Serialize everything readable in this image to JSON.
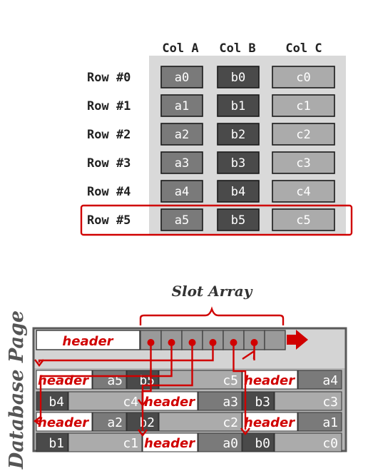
{
  "table": {
    "columns": [
      "Col A",
      "Col B",
      "Col C"
    ],
    "rows": [
      {
        "label": "Row #0",
        "cells": [
          "a0",
          "b0",
          "c0"
        ]
      },
      {
        "label": "Row #1",
        "cells": [
          "a1",
          "b1",
          "c1"
        ]
      },
      {
        "label": "Row #2",
        "cells": [
          "a2",
          "b2",
          "c2"
        ]
      },
      {
        "label": "Row #3",
        "cells": [
          "a3",
          "b3",
          "c3"
        ]
      },
      {
        "label": "Row #4",
        "cells": [
          "a4",
          "b4",
          "c4"
        ]
      },
      {
        "label": "Row #5",
        "cells": [
          "a5",
          "b5",
          "c5"
        ]
      }
    ],
    "highlighted_row": 5
  },
  "page": {
    "side_label": "Database Page",
    "slot_array_label": "Slot Array",
    "header_label": "header",
    "slot_count": 7,
    "lines": [
      [
        {
          "t": "header",
          "c": "hdr"
        },
        {
          "t": "a5",
          "c": "a"
        },
        {
          "t": "b5",
          "c": "b"
        },
        {
          "t": "c5",
          "c": "c"
        },
        {
          "t": "header",
          "c": "hdr"
        },
        {
          "t": "a4",
          "c": "a"
        }
      ],
      [
        {
          "t": "b4",
          "c": "b"
        },
        {
          "t": "c4",
          "c": "c"
        },
        {
          "t": "header",
          "c": "hdr"
        },
        {
          "t": "a3",
          "c": "a"
        },
        {
          "t": "b3",
          "c": "b"
        },
        {
          "t": "c3",
          "c": "c"
        }
      ],
      [
        {
          "t": "header",
          "c": "hdr"
        },
        {
          "t": "a2",
          "c": "a"
        },
        {
          "t": "b2",
          "c": "b"
        },
        {
          "t": "c2",
          "c": "c"
        },
        {
          "t": "header",
          "c": "hdr"
        },
        {
          "t": "a1",
          "c": "a"
        }
      ],
      [
        {
          "t": "b1",
          "c": "b"
        },
        {
          "t": "c1",
          "c": "c"
        },
        {
          "t": "header",
          "c": "hdr"
        },
        {
          "t": "a0",
          "c": "a"
        },
        {
          "t": "b0",
          "c": "b"
        },
        {
          "t": "c0",
          "c": "c"
        }
      ]
    ]
  },
  "colors": {
    "col_a": "#7a7a7a",
    "col_b": "#4a4a4a",
    "col_c": "#ababab",
    "table_bg": "#d9d9d9",
    "page_border": "#595959",
    "accent": "#d00000"
  }
}
